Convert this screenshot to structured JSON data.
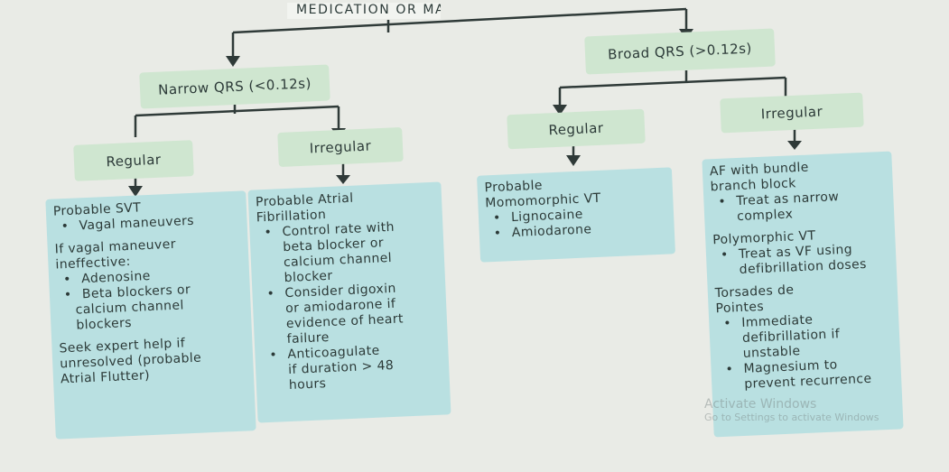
{
  "title": "MEDICATION OR MAN",
  "nodes": {
    "narrow_qrs": "Narrow QRS (<0.12s)",
    "broad_qrs": "Broad QRS (>0.12s)",
    "narrow_regular": "Regular",
    "narrow_irregular": "Irregular",
    "broad_regular": "Regular",
    "broad_irregular": "Irregular"
  },
  "svt": {
    "title": "Probable SVT",
    "b1": "Vagal maneuvers",
    "l1": "If vagal maneuver",
    "l2": "ineffective:",
    "b2": "Adenosine",
    "b3a": "Beta blockers or",
    "b3b": "calcium channel",
    "b3c": "blockers",
    "l3": "Seek expert help if",
    "l4": "unresolved (probable",
    "l5": "Atrial Flutter)"
  },
  "af": {
    "title1": "Probable Atrial",
    "title2": "Fibrillation",
    "b1a": "Control rate with",
    "b1b": "beta blocker or",
    "b1c": "calcium channel",
    "b1d": "blocker",
    "b2a": "Consider digoxin",
    "b2b": "or amiodarone if",
    "b2c": "evidence of heart",
    "b2d": "failure",
    "b3a": "Anticoagulate",
    "b3b": "if duration > 48",
    "b3c": "hours"
  },
  "vt": {
    "title1": "Probable",
    "title2": "Momomorphic VT",
    "b1": "Lignocaine",
    "b2": "Amiodarone"
  },
  "irregular_box": {
    "s1_title1": "AF with bundle",
    "s1_title2": "branch block",
    "s1_b1a": "Treat as narrow",
    "s1_b1b": "complex",
    "s2_title": "Polymorphic VT",
    "s2_b1a": "Treat as VF using",
    "s2_b1b": "defibrillation doses",
    "s3_title1": "Torsades de",
    "s3_title2": "Pointes",
    "s3_b1a": "Immediate",
    "s3_b1b": "defibrillation if",
    "s3_b1c": "unstable",
    "s3_b2a": "Magnesium to",
    "s3_b2b": "prevent recurrence"
  },
  "watermark": {
    "line1": "Activate Windows",
    "line2": "Go to Settings to activate Windows"
  }
}
